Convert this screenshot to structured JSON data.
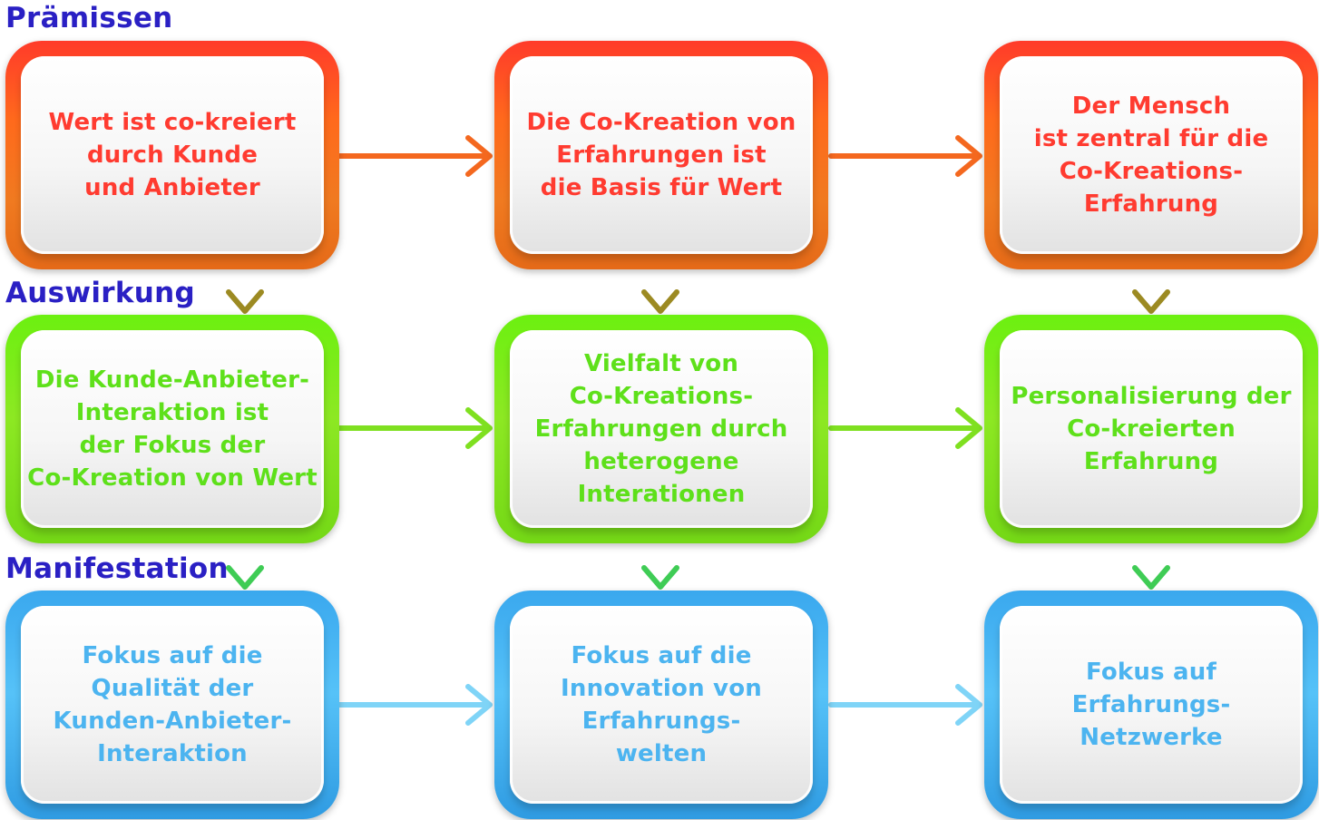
{
  "levels": {
    "premises": "Prämissen",
    "impact": "Auswirkung",
    "manifestation": "Manifestation"
  },
  "rows": {
    "premises": [
      "Wert ist co-kreiert\ndurch Kunde\nund Anbieter",
      "Die Co-Kreation von\nErfahrungen ist\ndie Basis für Wert",
      "Der Mensch\nist zentral für die\nCo-Kreations-\nErfahrung"
    ],
    "impact": [
      "Die Kunde-Anbieter-\nInteraktion ist\nder Fokus der\nCo-Kreation von Wert",
      "Vielfalt von\nCo-Kreations-\nErfahrungen durch\nheterogene\nInterationen",
      "Personalisierung der\nCo-kreierten\nErfahrung"
    ],
    "manifestation": [
      "Fokus auf die\nQualität der\nKunden-Anbieter-\nInteraktion",
      "Fokus auf die\nInnovation von\nErfahrungs-\nwelten",
      "Fokus auf\nErfahrungs-\nNetzwerke"
    ]
  },
  "colors": {
    "level_label": "#2a20c4",
    "orange": "#ff3b30",
    "green": "#5ee01a",
    "blue": "#4cb4f0",
    "arrow_orange": "#f4681f",
    "arrow_green": "#7fe020",
    "arrow_blue": "#7fd4f7"
  }
}
